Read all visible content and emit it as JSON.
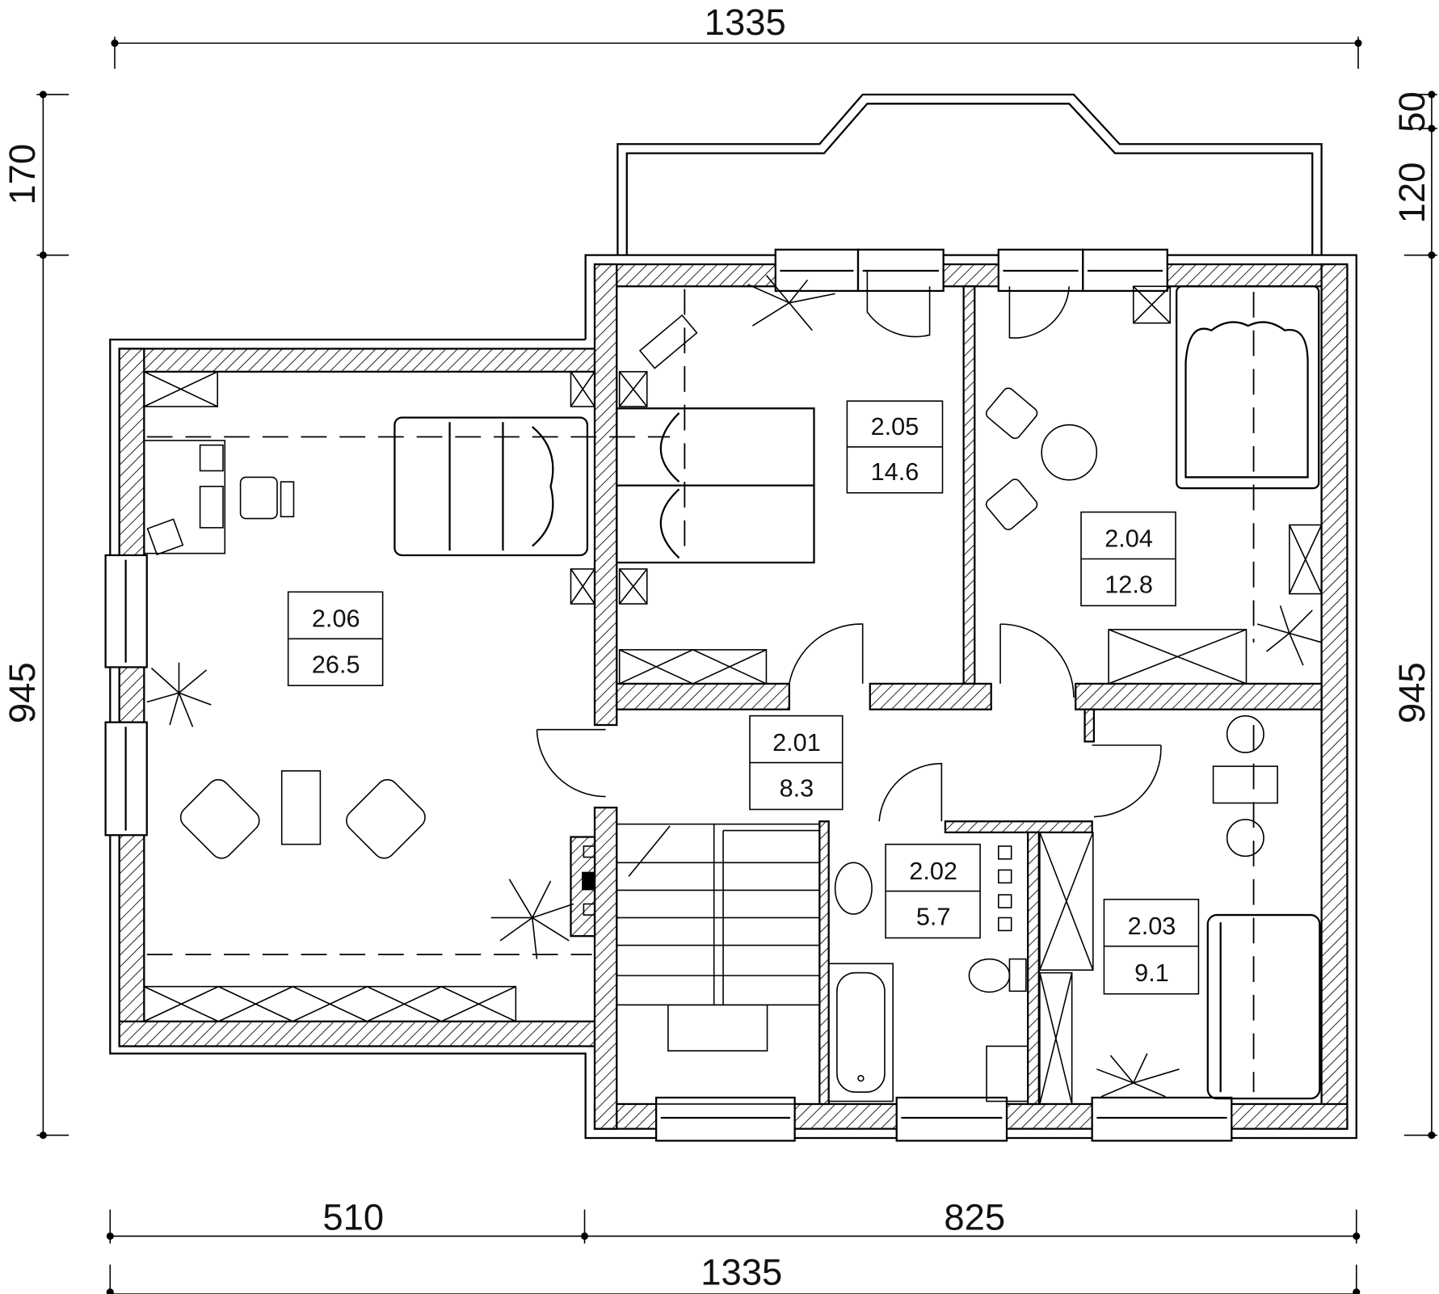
{
  "dimensions": {
    "top_total": "1335",
    "left_upper": "170",
    "left_main": "945",
    "right_upper_small": "50",
    "right_upper": "120",
    "right_main": "945",
    "bottom_left": "510",
    "bottom_right": "825",
    "bottom_total": "1335"
  },
  "rooms": [
    {
      "number": "2.01",
      "area": "8.3"
    },
    {
      "number": "2.02",
      "area": "5.7"
    },
    {
      "number": "2.03",
      "area": "9.1"
    },
    {
      "number": "2.04",
      "area": "12.8"
    },
    {
      "number": "2.05",
      "area": "14.6"
    },
    {
      "number": "2.06",
      "area": "26.5"
    }
  ]
}
